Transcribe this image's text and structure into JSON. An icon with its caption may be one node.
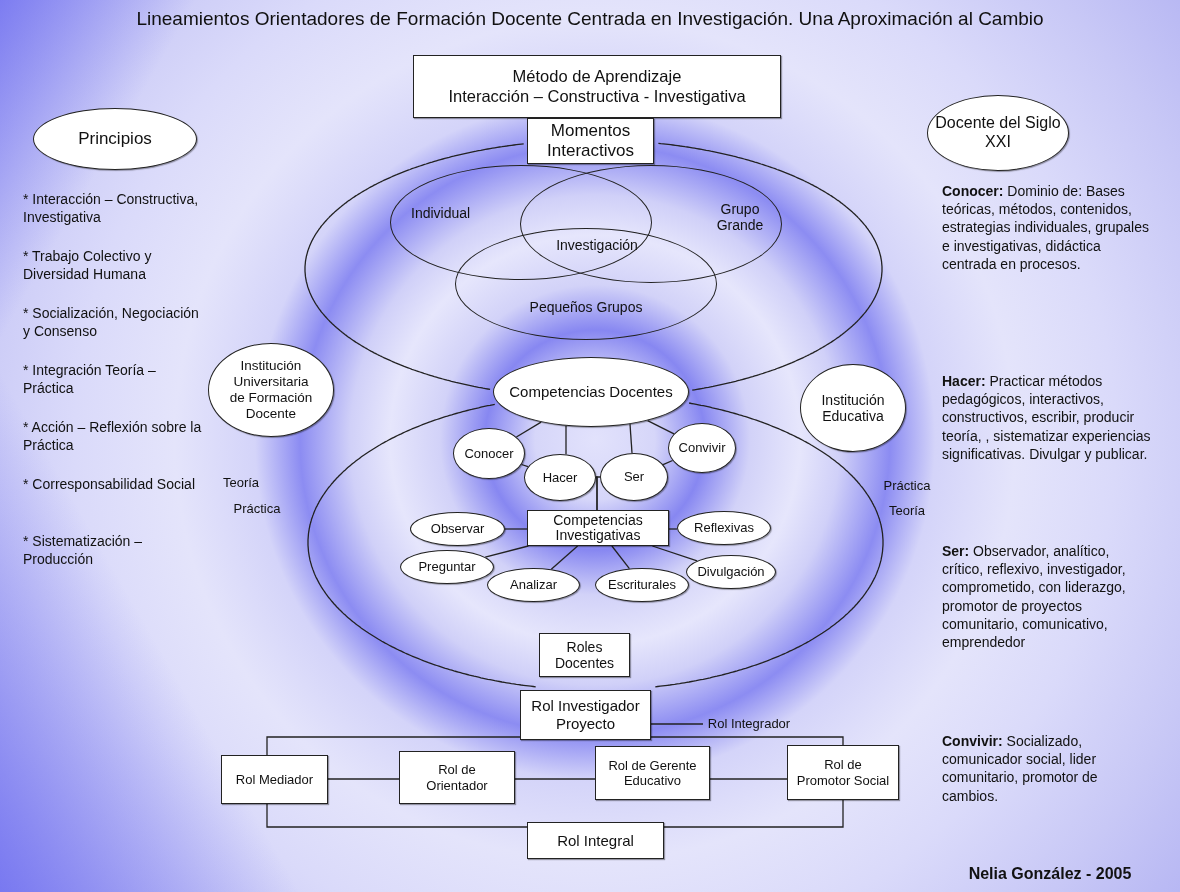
{
  "diagram": {
    "title": "Lineamientos Orientadores de Formación Docente Centrada en Investigación. Una Aproximación al Cambio",
    "nodes": [
      {
        "text": [
          "Método de Aprendizaje",
          "Interacción – Constructiva - Investigativa"
        ]
      },
      {
        "text": [
          "Momentos Interactivos"
        ]
      },
      {
        "text": [],
        "shape": "ellipse"
      },
      {
        "text": [
          "Individual"
        ],
        "in": 2
      },
      {
        "text": [
          "Grupo Grande"
        ],
        "in": 2
      },
      {
        "text": [
          "Pequeños Grupos"
        ],
        "in": 2
      },
      {
        "text": [
          "Principios"
        ]
      },
      {
        "text": [
          "Docente del Siglo XXI"
        ]
      },
      {
        "text": [
          "Institución Universitaria de Formación Docente"
        ]
      },
      {
        "text": [
          "Institución Educativa"
        ]
      },
      {
        "text": [],
        "shape": "ellipse"
      },
      {
        "text": [
          "Competencias Docentes"
        ]
      },
      {
        "text": [
          "Conocer"
        ],
        "in": 10
      },
      {
        "text": [
          "Hacer"
        ],
        "in": 10
      },
      {
        "text": [
          "Ser"
        ],
        "in": 10
      },
      {
        "text": [
          "Convivir"
        ],
        "in": 10
      },
      {
        "text": [
          "Competencias Investigativas"
        ],
        "in": 10
      },
      {
        "text": [
          "Observar"
        ],
        "in": 10
      },
      {
        "text": [
          "Reflexivas"
        ],
        "in": 10
      },
      {
        "text": [
          "Preguntar"
        ],
        "in": 10
      },
      {
        "text": [
          "Analizar"
        ],
        "in": 10
      },
      {
        "text": [
          "Escriturales"
        ],
        "in": 10
      },
      {
        "text": [
          "Divulgación"
        ],
        "in": 10
      },
      {
        "text": [
          "Roles Docentes"
        ],
        "in": 10
      },
      {
        "text": [
          "Rol Investigador Proyecto"
        ]
      },
      {
        "text": [
          "Rol Mediador"
        ]
      },
      {
        "text": [
          "Rol de Orientador"
        ]
      },
      {
        "text": [
          "Rol de Gerente Educativo"
        ]
      },
      {
        "text": [
          "Rol de Promotor Social"
        ]
      },
      {
        "text": [
          "Rol Integral"
        ]
      },
      {
        "text": [
          "Rol Integrador"
        ]
      }
    ],
    "edges": [
      {
        "from": 11,
        "to": 12,
        "arrow": "none"
      },
      {
        "from": 11,
        "to": 13,
        "arrow": "none"
      },
      {
        "from": 11,
        "to": 14,
        "arrow": "none"
      },
      {
        "from": 11,
        "to": 15,
        "arrow": "none"
      },
      {
        "from": 12,
        "to": 13,
        "arrow": "none"
      },
      {
        "from": 14,
        "to": 15,
        "arrow": "none"
      },
      {
        "from": 16,
        "to": 13,
        "arrow": "none"
      },
      {
        "from": 16,
        "to": 14,
        "arrow": "none"
      },
      {
        "from": 16,
        "to": 17,
        "arrow": "none"
      },
      {
        "from": 16,
        "to": 18,
        "arrow": "none"
      },
      {
        "from": 16,
        "to": 19,
        "arrow": "none"
      },
      {
        "from": 16,
        "to": 20,
        "arrow": "none"
      },
      {
        "from": 16,
        "to": 21,
        "arrow": "none"
      },
      {
        "from": 16,
        "to": 22,
        "arrow": "none"
      },
      {
        "from": 24,
        "to": 25,
        "arrow": "none"
      },
      {
        "from": 24,
        "to": 28,
        "arrow": "none"
      },
      {
        "from": 25,
        "to": 26,
        "arrow": "none"
      },
      {
        "from": 26,
        "to": 27,
        "arrow": "none"
      },
      {
        "from": 27,
        "to": 28,
        "arrow": "none"
      },
      {
        "from": 29,
        "to": 25,
        "arrow": "none"
      },
      {
        "from": 29,
        "to": 28,
        "arrow": "none"
      },
      {
        "from": 30,
        "to": 24,
        "arrow": "none"
      }
    ],
    "labels": [
      "* Interacción – Constructiva, Investigativa",
      "* Trabajo Colectivo y Diversidad Humana",
      "* Socialización, Negociación y Consenso",
      "* Integración Teoría – Práctica",
      "* Acción – Reflexión sobre la Práctica",
      "* Corresponsabilidad Social",
      "* Sistematización – Producción",
      "**Conocer:** Dominio de: Bases teóricas, métodos, contenidos, estrategias individuales, grupales e investigativas, didáctica centrada en procesos.",
      "Investigación",
      "**Hacer:** Practicar métodos pedagógicos, interactivos, constructivos, escribir, producir teoría, , sistematizar experiencias significativas. Divulgar y publicar.",
      "Teoría",
      "Práctica",
      "Práctica",
      "Teoría",
      "**Ser:** Observador, analítico, crítico, reflexivo, investigador, comprometido, con liderazgo, promotor de proyectos comunitario, comunicativo, emprendedor",
      "**Convivir:** Socializado, comunicador social, lider comunitario, promotor de cambios.",
      "Nelia González - 2005"
    ]
  }
}
